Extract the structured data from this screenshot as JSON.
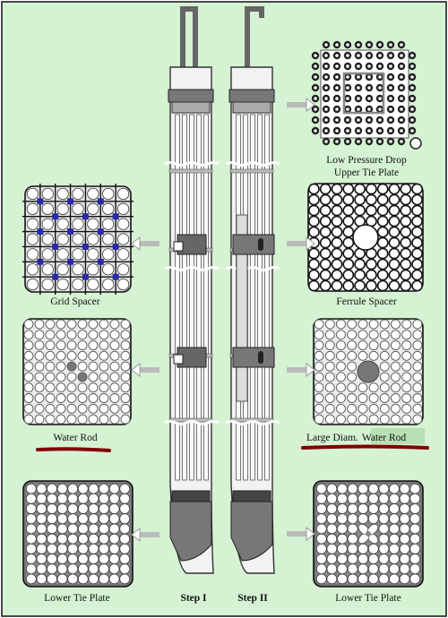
{
  "colors": {
    "background": "#d5f2d3",
    "border": "#111111",
    "rod_fill": "#eeeeee",
    "rod_stroke": "#333333",
    "assembly_gray": "#8a8a8a",
    "grid_blue": "#2a2aa8",
    "water_rod": "#777777",
    "underline_red": "#800000",
    "highlight_green": "#b9dfb5"
  },
  "labels": {
    "upper_tie_plate_line1": "Low Pressure Drop",
    "upper_tie_plate_line2": "Upper Tie Plate",
    "grid_spacer": "Grid Spacer",
    "ferrule_spacer": "Ferrule Spacer",
    "water_rod": "Water Rod",
    "large_diam_prefix": "Large Diam.",
    "large_diam_highlight": "Water Rod",
    "lower_tie_plate_left": "Lower Tie Plate",
    "lower_tie_plate_right": "Lower Tie Plate",
    "step1": "Step I",
    "step2": "Step II"
  },
  "icons": [
    "arrow-right-icon",
    "arrow-left-icon"
  ]
}
